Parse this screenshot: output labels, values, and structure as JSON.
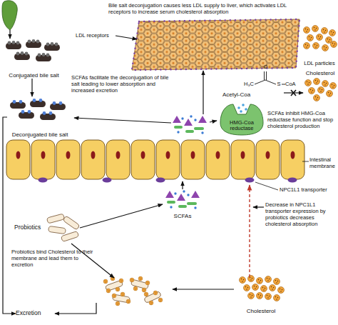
{
  "diagram": {
    "nodes": [
      {
        "text": [
          "Conjugated bile salt"
        ]
      },
      {
        "text": [
          "Deconjugated bile salt"
        ]
      },
      {
        "text": [
          "LDL particles"
        ]
      },
      {
        "text": [
          "Acetyl-Coa"
        ]
      },
      {
        "text": [
          "Cholesterol"
        ]
      },
      {
        "text": [
          "HMG-Coa reductase"
        ]
      },
      {
        "text": [
          "Probiotics"
        ]
      },
      {
        "text": [
          "SCFAs"
        ]
      },
      {
        "text": [
          "Cholesterol"
        ]
      },
      {
        "text": [
          "Excretion"
        ]
      }
    ],
    "edges": [
      {
        "from": 0,
        "to": 1,
        "arrow": "to"
      },
      {
        "from": 1,
        "to": 9,
        "arrow": "to"
      },
      {
        "from": 6,
        "to": 7,
        "arrow": "to"
      },
      {
        "from": 3,
        "to": 4,
        "arrow": "to"
      }
    ],
    "labels": [
      "Bile salt deconjugation causes less LDL supply to liver, which activates LDL receptors to increase serum cholesterol absorption",
      "LDL receptors",
      "SCFAs facilitate the deconjugation of bile salt leading to lower absorption and increased excretion",
      "O",
      "H₃C",
      "S",
      "CoA",
      "SCFAs inhibit HMG-Coa reductase function and stop cholesterol production",
      "Intestinal membrane",
      "NPC1L1 transporter",
      "Decrease in NPC1L1 transporter expression by probiotics decreases cholesterol absorption",
      "Probiotics bind Cholesterol to their membrane and lead them to excretion"
    ]
  }
}
